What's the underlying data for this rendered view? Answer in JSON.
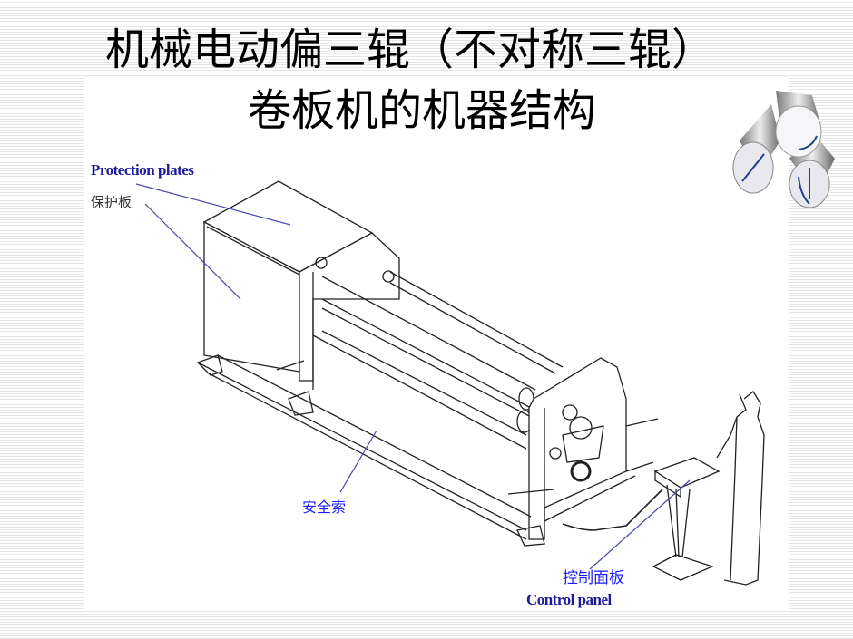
{
  "slide": {
    "title_line1": "机械电动偏三辊（不对称三辊）",
    "title_line2": "卷板机的机器结构"
  },
  "diagram": {
    "labels": {
      "protection_plates_en": "Protection plates",
      "protection_plates_zh": "保护板",
      "safety_rope_zh": "安全索",
      "control_panel_zh": "控制面板",
      "control_panel_en": "Control panel"
    },
    "colors": {
      "label": "#1a1aff",
      "leader": "#4a4ab0",
      "line": "#222222"
    }
  },
  "icon": {
    "name": "three-rollers-icon"
  }
}
